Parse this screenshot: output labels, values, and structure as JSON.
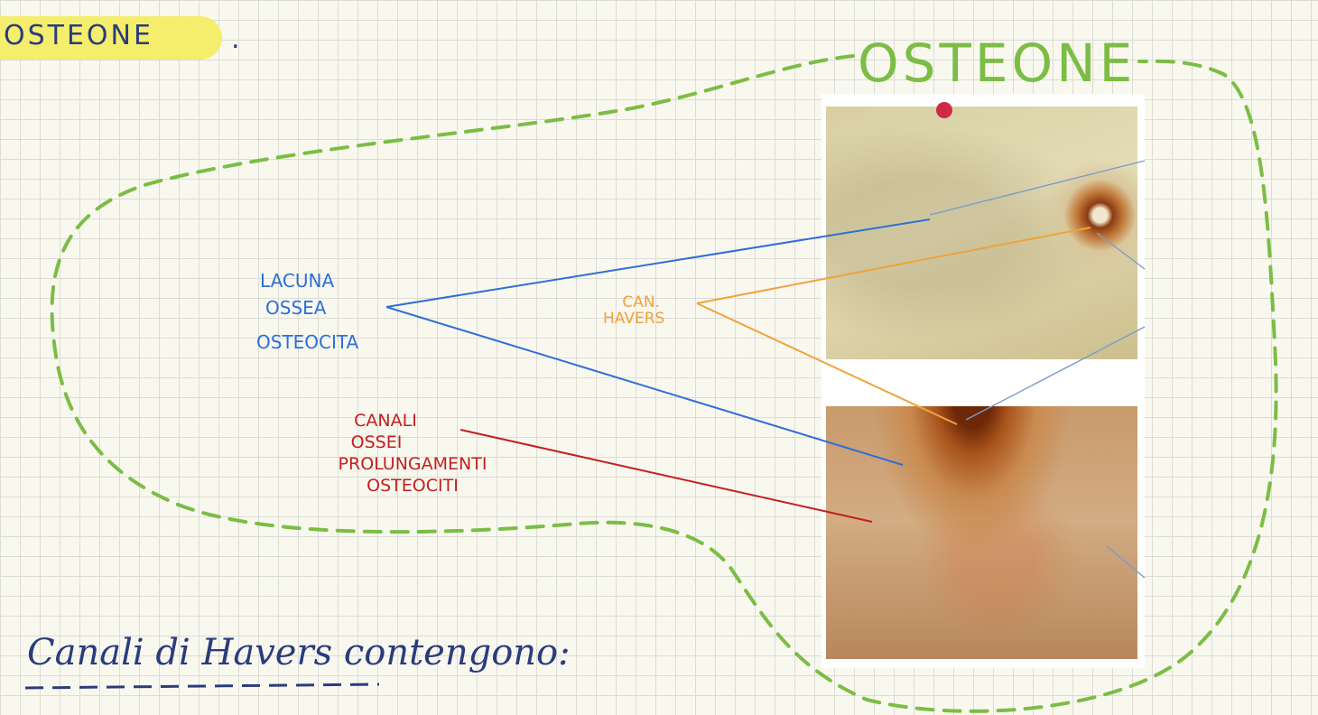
{
  "title": {
    "text": "OSTEONE",
    "suffix": "."
  },
  "diagram_title": "OSTEONE",
  "labels": {
    "lacuna": [
      "LACUNA",
      "OSSEA",
      "OSTEOCITA"
    ],
    "havers": [
      "CAN.",
      "HAVERS"
    ],
    "canali": [
      "CANALI",
      "OSSEI",
      "PROLUNGAMENTI",
      "OSTEOCITI"
    ]
  },
  "note": "Canali di Havers contengono:",
  "colors": {
    "paper": "#f9f8ef",
    "grid": "#dcdcd6",
    "highlight": "#f4ee6c",
    "ink_dark_blue": "#2a3c7c",
    "green": "#7bbd45",
    "blue": "#2e6fd6",
    "orange": "#f0a23c",
    "red": "#c2201e",
    "pin": "#cf2a45"
  }
}
